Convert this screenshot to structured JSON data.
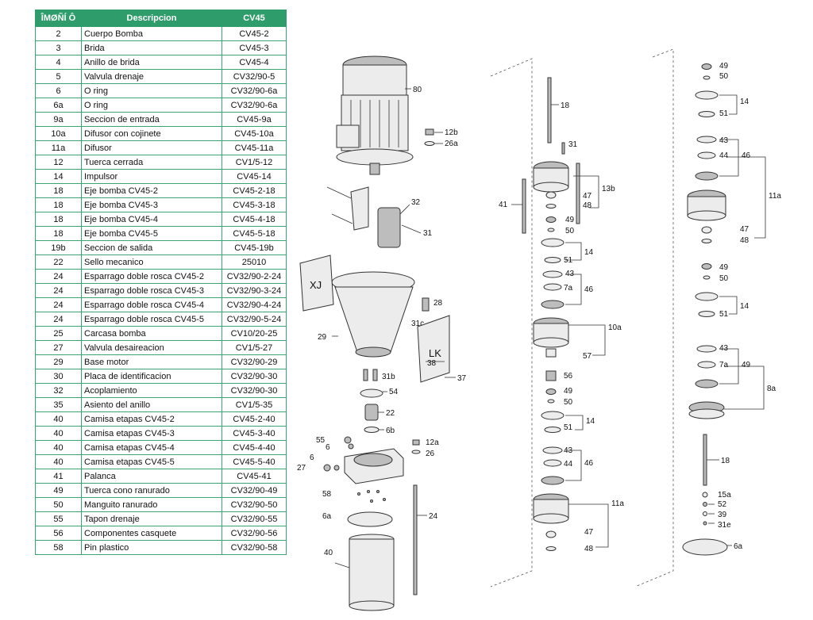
{
  "table": {
    "headers": [
      "ÎMØÑÍ Ô",
      "Descripcion",
      "CV45"
    ],
    "rows": [
      [
        "2",
        "Cuerpo Bomba",
        "CV45-2"
      ],
      [
        "3",
        "Brida",
        "CV45-3"
      ],
      [
        "4",
        "Anillo de brida",
        "CV45-4"
      ],
      [
        "5",
        "Valvula drenaje",
        "CV32/90-5"
      ],
      [
        "6",
        "O ring",
        "CV32/90-6a"
      ],
      [
        "6a",
        "O ring",
        "CV32/90-6a"
      ],
      [
        "9a",
        "Seccion de entrada",
        "CV45-9a"
      ],
      [
        "10a",
        "Difusor con cojinete",
        "CV45-10a"
      ],
      [
        "11a",
        "Difusor",
        "CV45-11a"
      ],
      [
        "12",
        "Tuerca cerrada",
        "CV1/5-12"
      ],
      [
        "14",
        "Impulsor",
        "CV45-14"
      ],
      [
        "18",
        "Eje bomba CV45-2",
        "CV45-2-18"
      ],
      [
        "18",
        "Eje bomba CV45-3",
        "CV45-3-18"
      ],
      [
        "18",
        "Eje bomba CV45-4",
        "CV45-4-18"
      ],
      [
        "18",
        "Eje bomba CV45-5",
        "CV45-5-18"
      ],
      [
        "19b",
        "Seccion de salida",
        "CV45-19b"
      ],
      [
        "22",
        "Sello mecanico",
        "25010"
      ],
      [
        "24",
        "Esparrago doble rosca CV45-2",
        "CV32/90-2-24"
      ],
      [
        "24",
        "Esparrago doble rosca CV45-3",
        "CV32/90-3-24"
      ],
      [
        "24",
        "Esparrago doble rosca CV45-4",
        "CV32/90-4-24"
      ],
      [
        "24",
        "Esparrago doble rosca CV45-5",
        "CV32/90-5-24"
      ],
      [
        "25",
        "Carcasa bomba",
        "CV10/20-25"
      ],
      [
        "27",
        "Valvula desaireacion",
        "CV1/5-27"
      ],
      [
        "29",
        "Base motor",
        "CV32/90-29"
      ],
      [
        "30",
        "Placa de identificacion",
        "CV32/90-30"
      ],
      [
        "32",
        "Acoplamiento",
        "CV32/90-30"
      ],
      [
        "35",
        "Asiento del anillo",
        "CV1/5-35"
      ],
      [
        "40",
        "Camisa etapas CV45-2",
        "CV45-2-40"
      ],
      [
        "40",
        "Camisa etapas CV45-3",
        "CV45-3-40"
      ],
      [
        "40",
        "Camisa etapas CV45-4",
        "CV45-4-40"
      ],
      [
        "40",
        "Camisa etapas CV45-5",
        "CV45-5-40"
      ],
      [
        "41",
        "Palanca",
        "CV45-41"
      ],
      [
        "49",
        "Tuerca cono ranurado",
        "CV32/90-49"
      ],
      [
        "50",
        "Manguito ranurado",
        "CV32/90-50"
      ],
      [
        "55",
        "Tapon drenaje",
        "CV32/90-55"
      ],
      [
        "56",
        "Componentes casquete",
        "CV32/90-56"
      ],
      [
        "58",
        "Pin plastico",
        "CV32/90-58"
      ]
    ]
  },
  "diagram": {
    "col1": {
      "l80": "80",
      "l12b": "12b",
      "l26a": "26a",
      "l32": "32",
      "l31": "31",
      "l28": "28",
      "l31c": "31c",
      "l29": "29",
      "l38": "38",
      "l37": "37",
      "l31b": "31b",
      "l54": "54",
      "l22": "22",
      "l6b": "6b",
      "l55": "55",
      "l6top": "6",
      "l12a": "12a",
      "l26": "26",
      "l6": "6",
      "l27": "27",
      "l58": "58",
      "l24": "24",
      "l6a": "6a",
      "l40": "40"
    },
    "col2": {
      "l18": "18",
      "l31": "31",
      "l41": "41",
      "l13b": "13b",
      "l47": "47",
      "l48": "48",
      "l49": "49",
      "l50": "50",
      "l14": "14",
      "l51": "51",
      "l43": "43",
      "l7a": "7a",
      "l46": "46",
      "l10a": "10a",
      "l57": "57",
      "l56": "56",
      "l49b": "49",
      "l50b": "50",
      "l14b": "14",
      "l51b": "51",
      "l43b": "43",
      "l44": "44",
      "l46b": "46",
      "l11a": "11a",
      "l47b": "47",
      "l48b": "48"
    },
    "col3": {
      "l49": "49",
      "l50": "50",
      "l14": "14",
      "l51": "51",
      "l43": "43",
      "l44": "44",
      "l46": "46",
      "l11a": "11a",
      "l47": "47",
      "l48": "48",
      "l49b": "49",
      "l50b": "50",
      "l14b": "14",
      "l51b": "51",
      "l43b": "43",
      "l7a": "7a",
      "l49c": "49",
      "l8a": "8a",
      "l18": "18",
      "l15a": "15a",
      "l52": "52",
      "l39": "39",
      "l31e": "31e",
      "l6a": "6a"
    }
  },
  "colors": {
    "header_bg": "#2e9c6b",
    "border": "#39a573"
  }
}
